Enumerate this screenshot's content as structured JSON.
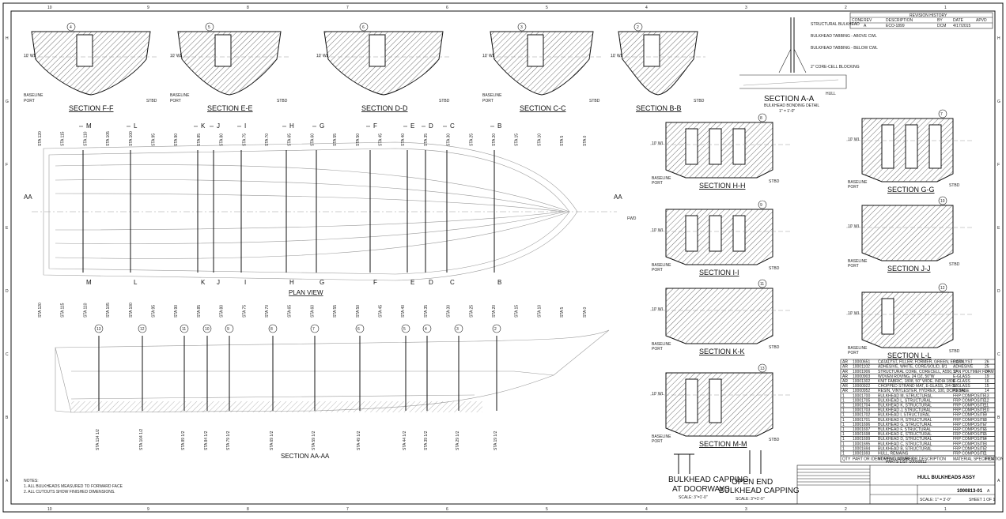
{
  "border": {
    "columns_top": [
      "10",
      "9",
      "8",
      "7",
      "6",
      "5",
      "4",
      "3",
      "2",
      "1"
    ],
    "rows_left": [
      "H",
      "G",
      "F",
      "E",
      "D",
      "C",
      "B",
      "A"
    ]
  },
  "sections_top": [
    {
      "title": "SECTION F-F",
      "wl": "10' WL",
      "base": "BASELINE",
      "port": "PORT",
      "stbd": "STBD",
      "callout": "4"
    },
    {
      "title": "SECTION E-E",
      "wl": "10' WL",
      "base": "BASELINE",
      "port": "PORT",
      "stbd": "STBD",
      "callout": "5"
    },
    {
      "title": "SECTION D-D",
      "wl": "10' WL",
      "base": "",
      "port": "",
      "stbd": "STBD",
      "callout": "6"
    },
    {
      "title": "SECTION C-C",
      "wl": "10' WL",
      "base": "BASELINE",
      "port": "PORT",
      "stbd": "STBD",
      "callout": "3"
    },
    {
      "title": "SECTION B-B",
      "wl": "10' WL",
      "base": "",
      "port": "",
      "stbd": "STBD",
      "callout": "2"
    }
  ],
  "section_aa": {
    "title": "SECTION A-A",
    "subtitle": "BULKHEAD BONDING DETAIL",
    "scale": "1\" = 1'-0\"",
    "notes": [
      "STRUCTURAL BULKHEAD",
      "BULKHEAD TABBING - ABOVE CWL",
      "BULKHEAD TABBING - BELOW CWL",
      "2\" CORE-CELL BLOCKING",
      "HULL"
    ]
  },
  "sections_right": [
    {
      "title": "SECTION H-H",
      "wl": "10' WL",
      "base": "BASELINE",
      "port": "PORT",
      "stbd": "STBD",
      "callout": "8"
    },
    {
      "title": "SECTION G-G",
      "wl": "10' WL",
      "base": "BASELINE",
      "port": "PORT",
      "stbd": "STBD",
      "callout": "7"
    },
    {
      "title": "SECTION I-I",
      "wl": "10' WL",
      "base": "BASELINE",
      "port": "PORT",
      "stbd": "STBD",
      "callout": "9"
    },
    {
      "title": "SECTION J-J",
      "wl": "10' WL",
      "base": "BASELINE",
      "port": "PORT",
      "stbd": "STBD",
      "callout": "10"
    },
    {
      "title": "SECTION K-K",
      "wl": "10' WL",
      "base": "BASELINE",
      "port": "PORT",
      "stbd": "STBD",
      "callout": "11"
    },
    {
      "title": "SECTION L-L",
      "wl": "10' WL",
      "base": "BASELINE",
      "port": "PORT",
      "stbd": "STBD",
      "callout": "12"
    },
    {
      "title": "SECTION M-M",
      "wl": "10' WL",
      "base": "BASELINE",
      "port": "PORT",
      "stbd": "STBD",
      "callout": "13"
    }
  ],
  "plan": {
    "title": "PLAN VIEW",
    "aa_left": "AA",
    "aa_right": "AA",
    "fwd": "FWD",
    "cut_letters": [
      "M",
      "L",
      "K",
      "J",
      "I",
      "H",
      "G",
      "F",
      "E",
      "D",
      "C",
      "B"
    ],
    "stations_top": [
      "STA 120",
      "STA 115",
      "STA 110",
      "STA 105",
      "STA 100",
      "STA 95",
      "STA 90",
      "STA 85",
      "STA 80",
      "STA 75",
      "STA 70",
      "STA 65",
      "STA 60",
      "STA 55",
      "STA 50",
      "STA 45",
      "STA 40",
      "STA 35",
      "STA 30",
      "STA 25",
      "STA 20",
      "STA 15",
      "STA 10",
      "STA 5",
      "STA 0"
    ],
    "stations_mid": [
      "STA 120",
      "STA 115",
      "STA 110",
      "STA 105",
      "STA 100",
      "STA 95",
      "STA 90",
      "STA 85",
      "STA 80",
      "STA 75",
      "STA 70",
      "STA 65",
      "STA 60",
      "STA 55",
      "STA 50",
      "STA 45",
      "STA 40",
      "STA 35",
      "STA 30",
      "STA 25",
      "STA 20",
      "STA 15",
      "STA 10",
      "STA 5",
      "STA 0"
    ]
  },
  "profile": {
    "title": "SECTION AA-AA",
    "callouts": [
      "13",
      "12",
      "11",
      "10",
      "9",
      "8",
      "7",
      "6",
      "5",
      "4",
      "3",
      "2"
    ],
    "stations": [
      "STA 114 1/2",
      "STA 104 1/2",
      "STA 89 1/2",
      "STA 84 1/2",
      "STA 79 1/2",
      "STA 69 1/2",
      "STA 59 1/2",
      "STA 49 1/2",
      "STA 44 1/2",
      "STA 39 1/2",
      "STA 29 1/2",
      "STA 19 1/2"
    ]
  },
  "details": [
    {
      "title": "BULKHEAD CAPPING",
      "title2": "AT DOORWAYS",
      "scale": "SCALE: 3\"=1'-0\""
    },
    {
      "title": "OPEN END",
      "title2": "BULKHEAD CAPPING",
      "scale": "SCALE: 3\"=1'-0\""
    }
  ],
  "notes": {
    "heading": "NOTES:",
    "items": [
      "1.  ALL BULKHEADS MEASURED TO FORWARD FACE",
      "2.  ALL CUTOUTS SHOW FINISHED DIMENSIONS."
    ]
  },
  "revision_block": {
    "heading": "REVISION HISTORY",
    "columns": [
      "CONE",
      "REV",
      "DESCRIPTION",
      "BY",
      "DATE",
      "APVD"
    ],
    "row": [
      "",
      "A",
      "ECO-1899",
      "DCM",
      "4/17/2015",
      ""
    ]
  },
  "bom": [
    [
      "AR",
      "10000651",
      "CATALYST, FILLER, FORMER, GREEN, EPOXY",
      "CATALYST",
      "26"
    ],
    [
      "AR",
      "10001102",
      "ADHESIVE, WHITE, CORE/SOLID, 8/1",
      "ADHESIVE",
      "25"
    ],
    [
      "AR",
      "10001906",
      "STRUCTURAL CORE, CORECELL, A550, 2\"",
      "SAN POLYMER FOAM",
      "24"
    ],
    [
      "AR",
      "10000903",
      "WOVEN ROVING, 24 OZ, 50\"W",
      "E-GLASS",
      "19"
    ],
    [
      "AR",
      "10001302",
      "KNIT FABRIC, 1808, 50\" WIDE, INDIA 1808",
      "E-GLASS",
      "16"
    ],
    [
      "AR",
      "10000922",
      "CHOPPED STRAND MAT, E-GLASS, 3/4 OZ",
      "E-GLASS",
      "15"
    ],
    [
      "AR",
      "10000952",
      "RESIN, VINYLESTER, HYDREX, 100, DCPD BASE",
      "RESIN",
      "14"
    ],
    [
      "1",
      "10001700",
      "BULKHEAD M, STRUCTURAL",
      "FRP COMPOSITE",
      "13"
    ],
    [
      "1",
      "10001705",
      "BULKHEAD L, STRUCTURAL",
      "FRP COMPOSITE",
      "12"
    ],
    [
      "1",
      "10001704",
      "BULKHEAD K, STRUCTURAL",
      "FRP COMPOSITE",
      "11"
    ],
    [
      "1",
      "10001703",
      "BULKHEAD J, STRUCTURAL",
      "FRP COMPOSITE",
      "10"
    ],
    [
      "1",
      "10001702",
      "BULKHEAD I, STRUCTURAL",
      "FRP COMPOSITE",
      "9"
    ],
    [
      "1",
      "10001701",
      "BULKHEAD H, STRUCTURAL",
      "FRP COMPOSITE",
      "8"
    ],
    [
      "1",
      "10001696",
      "BULKHEAD G, STRUCTURAL",
      "FRP COMPOSITE",
      "7"
    ],
    [
      "1",
      "10001697",
      "BULKHEAD F, STRUCTURAL",
      "FRP COMPOSITE",
      "6"
    ],
    [
      "1",
      "10001698",
      "BULKHEAD E, STRUCTURAL",
      "FRP COMPOSITE",
      "5"
    ],
    [
      "1",
      "10001699",
      "BULKHEAD D, STRUCTURAL",
      "FRP COMPOSITE",
      "4"
    ],
    [
      "1",
      "10001695",
      "BULKHEAD C, STRUCTURAL",
      "FRP COMPOSITE",
      "3"
    ],
    [
      "1",
      "10001694",
      "BULKHEAD B, STRUCTURAL",
      "FRP COMPOSITE",
      "2"
    ],
    [
      "1",
      "10001693",
      "HULL, REMAINS",
      "FRP COMPOSITE",
      "1"
    ]
  ],
  "bom_header": [
    "QTY",
    "PART OR IDENTIFYING NUMBER",
    "NOMENCLATURE OR DESCRIPTION",
    "MATERIAL SPECIFICATION",
    "ITEM"
  ],
  "parts_list": "PARTS LIST 10000812",
  "title_block": {
    "drawing_title": "HULL BULKHEADS ASSY",
    "dwg_no": "1000813-01",
    "rev": "A",
    "scale": "SCALE: 1\" = 3'-0\"",
    "sheet": "SHEET 1 OF 1"
  }
}
